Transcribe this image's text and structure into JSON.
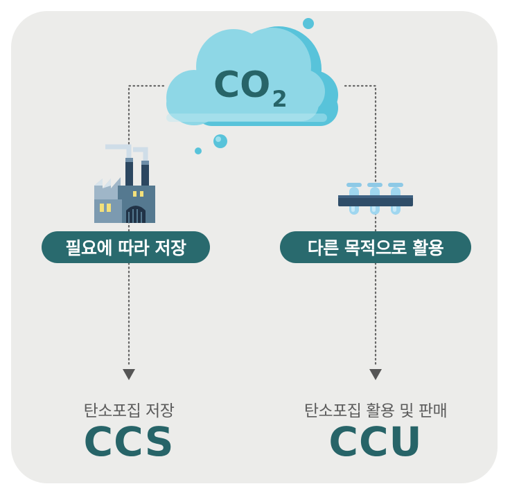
{
  "cloud": {
    "label": "CO",
    "subscript": "2"
  },
  "left": {
    "pill_label": "필요에 따라 저장",
    "caption": "탄소포집 저장",
    "acronym": "CCS",
    "icon": "factory-icon"
  },
  "right": {
    "pill_label": "다른 목적으로 활용",
    "caption": "탄소포집 활용 및 판매",
    "acronym": "CCU",
    "icon": "test-tubes-icon"
  },
  "colors": {
    "panel": "#ececea",
    "pill": "#296a6e",
    "acronym": "#276468",
    "cloud": "#8ed7e6",
    "cloud_shade": "#58c3da",
    "arrow": "#555555"
  }
}
